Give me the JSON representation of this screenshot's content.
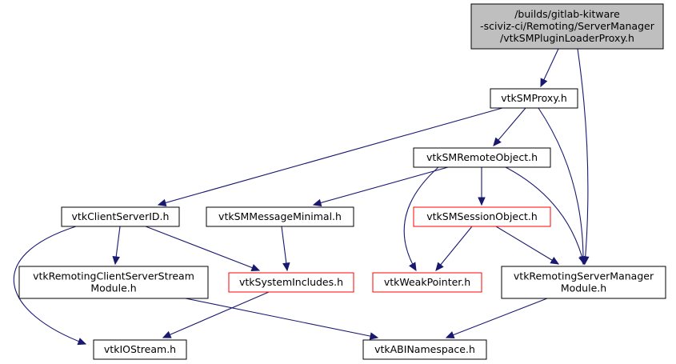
{
  "colors": {
    "edge": "#191970",
    "root_fill": "#bfbfbf",
    "normal_border": "#000000",
    "incomplete_border": "#ff0000",
    "node_fill": "#ffffff"
  },
  "nodes": [
    {
      "id": "root",
      "lines": [
        "/builds/gitlab-kitware",
        "-sciviz-ci/Remoting/ServerManager",
        "/vtkSMPluginLoaderProxy.h"
      ],
      "kind": "root"
    },
    {
      "id": "smproxy",
      "lines": [
        "vtkSMProxy.h"
      ],
      "kind": "normal"
    },
    {
      "id": "remoteobject",
      "lines": [
        "vtkSMRemoteObject.h"
      ],
      "kind": "normal"
    },
    {
      "id": "clientserverid",
      "lines": [
        "vtkClientServerID.h"
      ],
      "kind": "normal"
    },
    {
      "id": "messageminimal",
      "lines": [
        "vtkSMMessageMinimal.h"
      ],
      "kind": "normal"
    },
    {
      "id": "sessionobject",
      "lines": [
        "vtkSMSessionObject.h"
      ],
      "kind": "incomplete"
    },
    {
      "id": "rcssm",
      "lines": [
        "vtkRemotingClientServerStream",
        "Module.h"
      ],
      "kind": "normal"
    },
    {
      "id": "systemincludes",
      "lines": [
        "vtkSystemIncludes.h"
      ],
      "kind": "incomplete"
    },
    {
      "id": "weakpointer",
      "lines": [
        "vtkWeakPointer.h"
      ],
      "kind": "incomplete"
    },
    {
      "id": "rsmm",
      "lines": [
        "vtkRemotingServerManager",
        "Module.h"
      ],
      "kind": "normal"
    },
    {
      "id": "iostream",
      "lines": [
        "vtkIOStream.h"
      ],
      "kind": "normal"
    },
    {
      "id": "abinamespace",
      "lines": [
        "vtkABINamespace.h"
      ],
      "kind": "normal"
    }
  ],
  "edges": [
    {
      "from": "root",
      "to": "smproxy"
    },
    {
      "from": "root",
      "to": "rsmm"
    },
    {
      "from": "smproxy",
      "to": "remoteobject"
    },
    {
      "from": "smproxy",
      "to": "clientserverid"
    },
    {
      "from": "smproxy",
      "to": "rsmm"
    },
    {
      "from": "remoteobject",
      "to": "messageminimal"
    },
    {
      "from": "remoteobject",
      "to": "sessionobject"
    },
    {
      "from": "remoteobject",
      "to": "weakpointer"
    },
    {
      "from": "remoteobject",
      "to": "rsmm"
    },
    {
      "from": "clientserverid",
      "to": "rcssm"
    },
    {
      "from": "clientserverid",
      "to": "systemincludes"
    },
    {
      "from": "clientserverid",
      "to": "iostream"
    },
    {
      "from": "messageminimal",
      "to": "systemincludes"
    },
    {
      "from": "sessionobject",
      "to": "weakpointer"
    },
    {
      "from": "sessionobject",
      "to": "rsmm"
    },
    {
      "from": "rcssm",
      "to": "abinamespace"
    },
    {
      "from": "systemincludes",
      "to": "iostream"
    },
    {
      "from": "rsmm",
      "to": "abinamespace"
    }
  ]
}
